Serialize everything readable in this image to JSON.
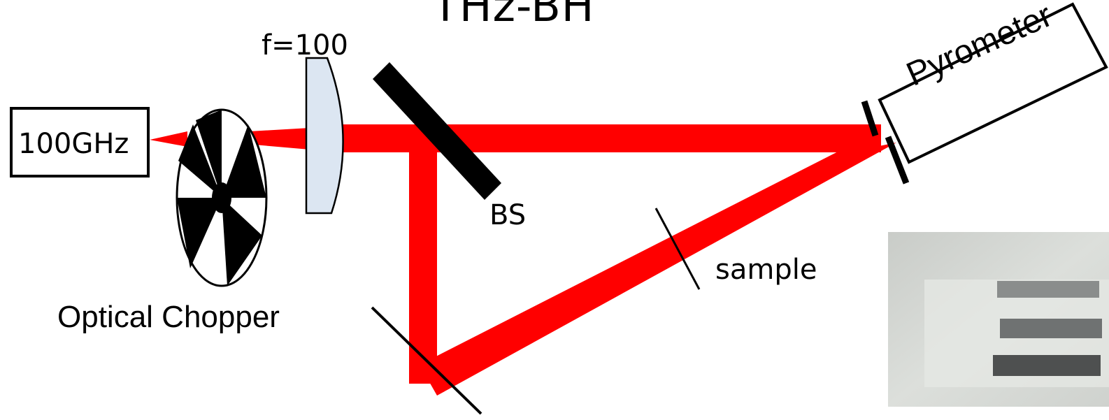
{
  "diagram": {
    "title": "THz-BH",
    "source_label": "100GHz",
    "lens_label": "f=100",
    "beamsplitter_label": "BS",
    "chopper_label": "Optical Chopper",
    "sample_label": "sample",
    "detector_label": "Pyrometer",
    "photo_caption": "",
    "colors": {
      "beam": "#ff0000",
      "lens_fill": "#dce6f2",
      "ink": "#000000",
      "photo_bg": "#d6d8d4"
    }
  }
}
